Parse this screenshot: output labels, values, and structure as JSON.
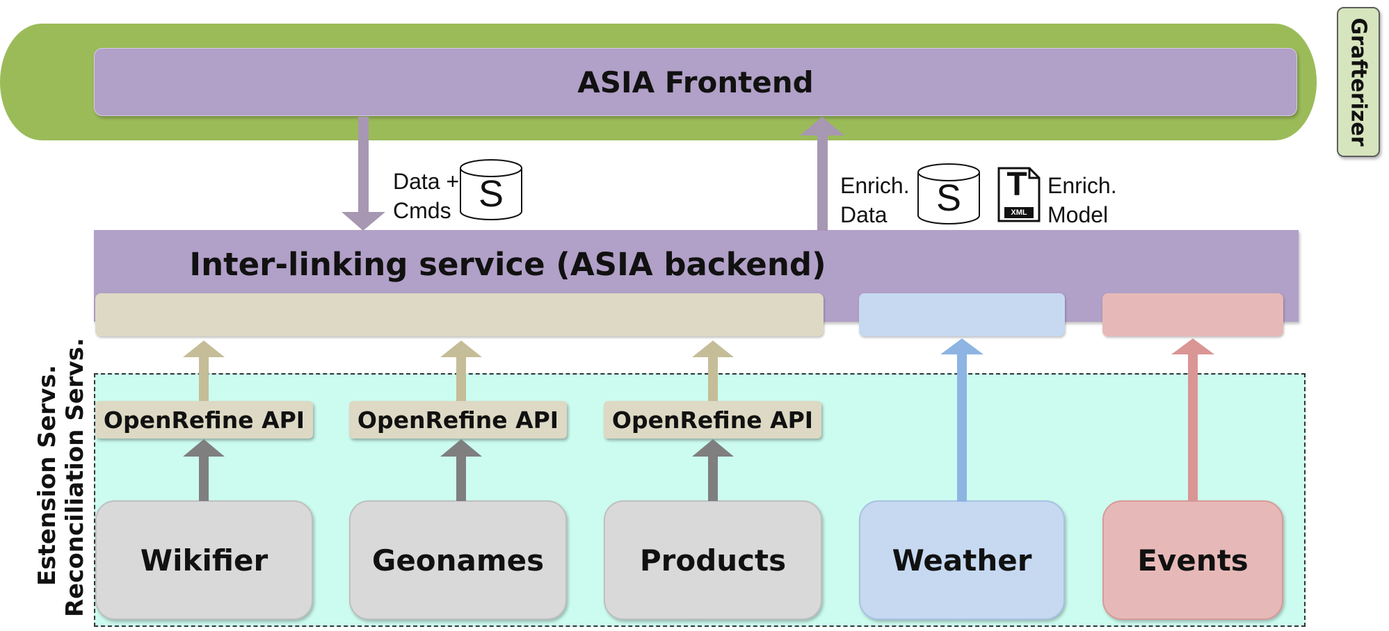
{
  "frontend": {
    "title": "ASIA Frontend"
  },
  "grafterizer": {
    "label": "Grafterizer"
  },
  "backend": {
    "title": "Inter-linking service (ASIA backend)"
  },
  "flows": {
    "down": {
      "line1": "Data +",
      "line2": "Cmds",
      "store_letter": "S"
    },
    "up": {
      "line1": "Enrich.",
      "line2": "Data",
      "store_letter": "S"
    },
    "model": {
      "line1": "Enrich.",
      "line2": "Model",
      "doc_letter": "T",
      "doc_badge": "XML"
    }
  },
  "apis": [
    {
      "label": "OpenRefine API"
    },
    {
      "label": "OpenRefine API"
    },
    {
      "label": "OpenRefine API"
    }
  ],
  "services": [
    {
      "label": "Wikifier"
    },
    {
      "label": "Geonames"
    },
    {
      "label": "Products"
    },
    {
      "label": "Weather"
    },
    {
      "label": "Events"
    }
  ],
  "side_labels": {
    "reconciliation": "Reconciliation Servs.",
    "extension": "Estension Servs."
  },
  "colors": {
    "frontend": "#b1a0c7",
    "green_band": "#9bbb59",
    "tan": "#ddd9c4",
    "blue": "#c6d9f1",
    "pink": "#e6b9b8",
    "services_area": "#ccfcef",
    "gray_arrow": "#7f7f7f",
    "purple_arrow": "#a797b3"
  }
}
